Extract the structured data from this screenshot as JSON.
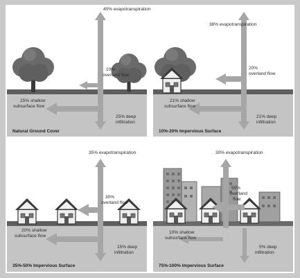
{
  "panels": [
    {
      "caption": "Natural Ground Cover",
      "evapotranspiration": "40% evapotranspiration",
      "overland_flow": [
        "10%",
        "overland flow"
      ],
      "shallow_flow": [
        "25% shallow",
        "subsurface flow"
      ],
      "deep_infiltration": [
        "25% deep",
        "infiltration"
      ]
    },
    {
      "caption": "10%-20% Impervious Surface",
      "evapotranspiration": "38% evapotranspiration",
      "overland_flow": [
        "20%",
        "overland flow"
      ],
      "shallow_flow": [
        "21% shallow",
        "subsurface flow"
      ],
      "deep_infiltration": [
        "21% deep",
        "infiltration"
      ]
    },
    {
      "caption": "35%-50% Impervious Surface",
      "evapotranspiration": "35% evapotranspiration",
      "overland_flow": [
        "30%",
        "overland flow"
      ],
      "shallow_flow": [
        "20% shallow",
        "subsurface flow"
      ],
      "deep_infiltration": [
        "15% deep",
        "infiltration"
      ]
    },
    {
      "caption": "75%-100% Impervious Surface",
      "evapotranspiration": "30% evapotranspiration",
      "overland_flow": [
        "55%",
        "overland",
        "flow"
      ],
      "shallow_flow": [
        "10% shallow",
        "subsurface flow"
      ],
      "deep_infiltration": [
        "5% deep",
        "infiltration"
      ]
    }
  ],
  "colors": {
    "sky": "#ffffff",
    "ground": "#c4c4c4",
    "arrow": "#a6a6a6",
    "foliage": "#6a6a6a",
    "trunk": "#3a3a3a",
    "house_wall": "#efefef",
    "roof": "#3c3c3c",
    "building": "#9a9a9a",
    "grass": "#5e5e5e",
    "text": "#2b2b2b"
  }
}
